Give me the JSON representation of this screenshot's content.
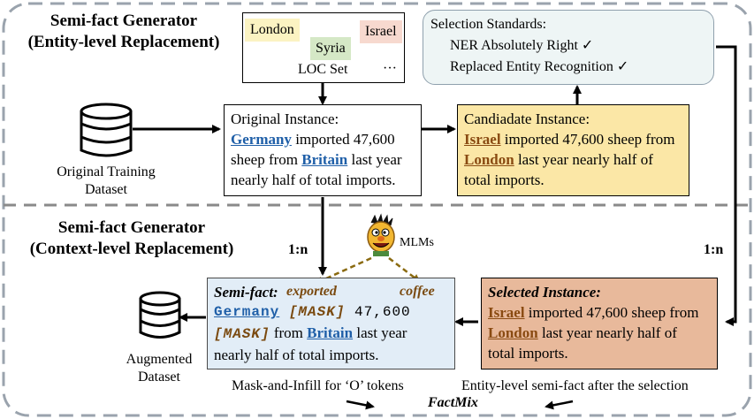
{
  "top_section": {
    "title_line1": "Semi-fact Generator",
    "title_line2": "(Entity-level Replacement)"
  },
  "bottom_section": {
    "title_line1": "Semi-fact Generator",
    "title_line2": "(Context-level Replacement)"
  },
  "loc_set": {
    "items": [
      "London",
      "Syria",
      "Israel"
    ],
    "ellipsis": "···",
    "label": "LOC Set",
    "colors": {
      "London": "#fbf3c2",
      "Syria": "#d5e8c6",
      "Israel": "#f7d9cf"
    }
  },
  "selection": {
    "title": "Selection Standards:",
    "items": [
      "NER Absolutely Right ✓",
      "Replaced Entity Recognition ✓"
    ]
  },
  "original_dataset": {
    "line1": "Original Training",
    "line2": "Dataset"
  },
  "augmented_dataset": {
    "line1": "Augmented",
    "line2": "Dataset"
  },
  "original_instance": {
    "heading": "Original Instance:",
    "ent1": "Germany",
    "text1": " imported 47,600",
    "text2": "sheep from ",
    "ent2": "Britain",
    "text3": " last year",
    "text4": "nearly half of total imports."
  },
  "candidate_instance": {
    "heading": "Candiadate Instance:",
    "ent1": "Israel",
    "text1": " imported 47,600 sheep from",
    "ent2": "London",
    "text2": " last year nearly half of",
    "text3": "total imports."
  },
  "selected_instance": {
    "heading": "Selected Instance:",
    "ent1": "Israel",
    "text1": " imported 47,600 sheep from",
    "ent2": "London",
    "text2": " last year nearly half of",
    "text3": "total imports."
  },
  "semifact": {
    "heading": "Semi-fact:",
    "ent1": "Germany",
    "mask1": "[MASK]",
    "num": "47,600",
    "mask2": "[MASK]",
    "text1": " from ",
    "ent2": "Britain",
    "text2": " last year",
    "text3": "nearly half of total imports."
  },
  "mlm": {
    "label": "MLMs",
    "word1": "exported",
    "word2": "coffee"
  },
  "ratios": {
    "left": "1:n",
    "right": "1:n"
  },
  "captions": {
    "mask_infill": "Mask-and-Infill for ‘O’ tokens",
    "entity_level": "Entity-level semi-fact after the selection",
    "factmix": "FactMix"
  },
  "colors": {
    "candidate_fill": "#fbe7a6",
    "selected_fill": "#e8b99b",
    "semifact_fill": "#e2edf7",
    "selection_fill": "#eef5f5",
    "entity_blue": "#1f5fa8",
    "entity_brown": "#8a4b12",
    "mlm_arrow": "#8a6a10"
  }
}
